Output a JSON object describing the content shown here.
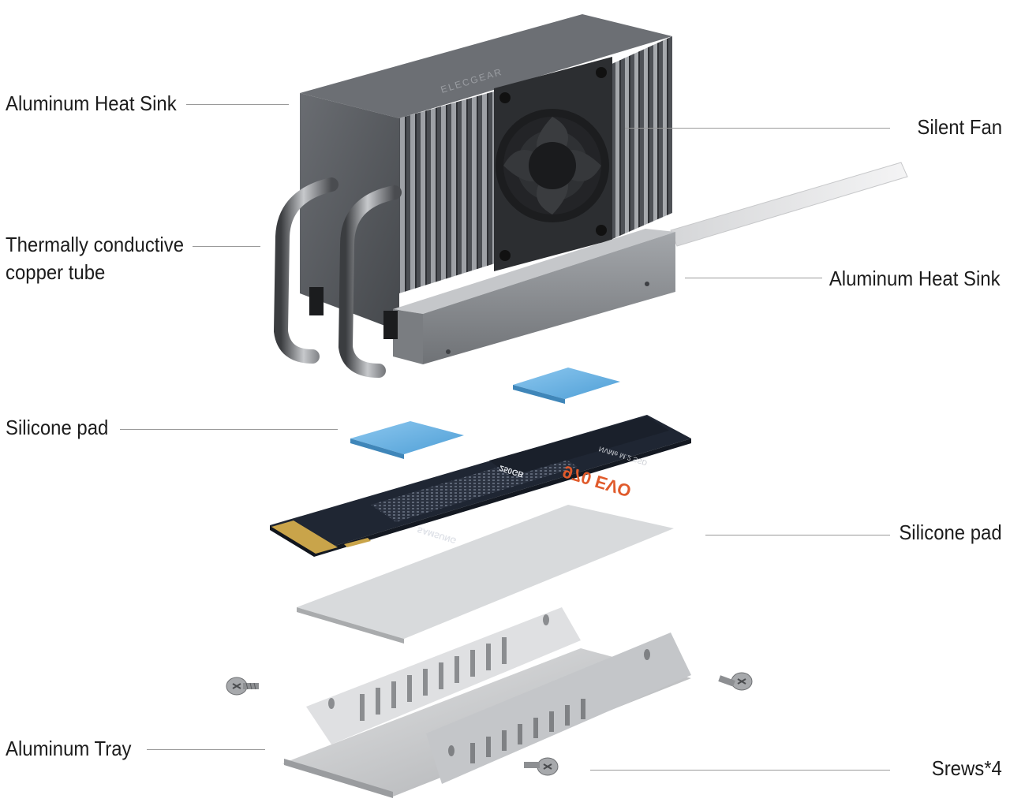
{
  "labels": {
    "heatsink_top": "Aluminum Heat Sink",
    "copper_tube_line1": "Thermally conductive",
    "copper_tube_line2": "copper tube",
    "silicone_pad_left": "Silicone pad",
    "tray": "Aluminum Tray",
    "silent_fan": "Silent Fan",
    "heatsink_bottom": "Aluminum Heat Sink",
    "silicone_pad_right": "Silicone pad",
    "screws": "Srews*4"
  },
  "branding": {
    "heatsink_logo": "ELECGEAR",
    "ssd_model": "970 EVO",
    "ssd_line": "NVMe M.2 SSD",
    "ssd_brand": "SAMSUNG",
    "ssd_capacity": "250GB"
  },
  "colors": {
    "heatsink": "#5b5e63",
    "heatsink_dark": "#3a3c40",
    "fin_light": "#8a8d92",
    "pad_blue": "#6fb4e3",
    "pad_grey": "#d6d8da",
    "pcb": "#1f2633",
    "tray": "#c9cbcd",
    "leader": "#9a9a9a"
  },
  "icons": [
    "fan-icon",
    "screw-icon"
  ]
}
